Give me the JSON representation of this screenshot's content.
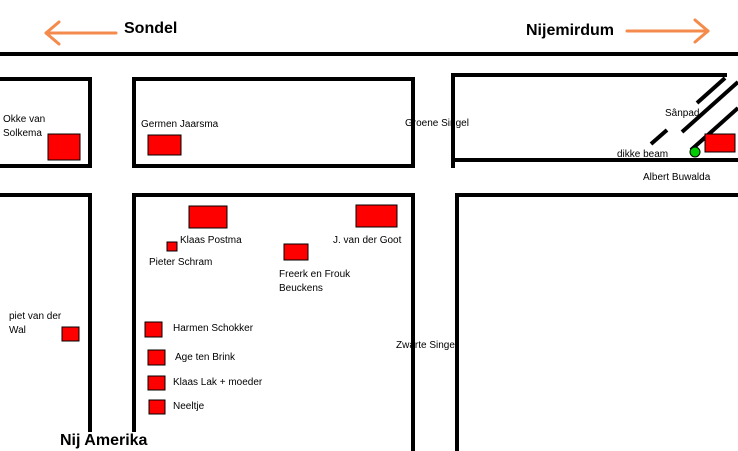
{
  "colors": {
    "road": "#000000",
    "house": "#ff0000",
    "arrow": "#f48b4c",
    "marker": "#00cc00",
    "background": "#ffffff"
  },
  "directions": {
    "west": "Sondel",
    "east": "Nijemirdum",
    "south": "Nij Amerika"
  },
  "streets": {
    "groene_singel": "Groene Singel",
    "zwarte_singel": "Zwarte Singel",
    "sanpad": "Sânpad"
  },
  "places": [
    {
      "id": "okke",
      "label": "Okke van Solkema"
    },
    {
      "id": "germen",
      "label": "Germen Jaarsma"
    },
    {
      "id": "klaas-postma",
      "label": "Klaas Postma"
    },
    {
      "id": "pieter",
      "label": "Pieter Schram"
    },
    {
      "id": "vandergoot",
      "label": "J. van der Goot"
    },
    {
      "id": "freerk",
      "label": "Freerk en Frouk Beuckens"
    },
    {
      "id": "piet",
      "label": "piet van der Wal"
    },
    {
      "id": "harmen",
      "label": "Harmen Schokker"
    },
    {
      "id": "age",
      "label": "Age ten Brink"
    },
    {
      "id": "klaas-lak",
      "label": "Klaas Lak + moeder"
    },
    {
      "id": "neeltje",
      "label": "Neeltje"
    },
    {
      "id": "albert",
      "label": "Albert Buwalda"
    }
  ],
  "landmarks": {
    "dikke_beam": "dikke beam"
  }
}
